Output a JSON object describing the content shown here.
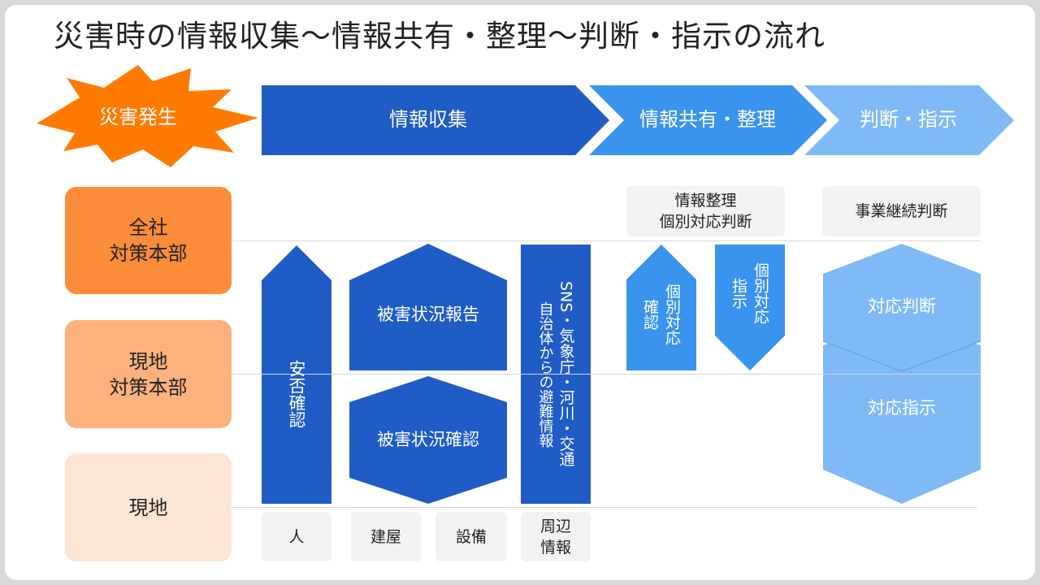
{
  "title": "災害時の情報収集〜情報共有・整理〜判断・指示の流れ",
  "disaster": "災害発生",
  "phases": [
    "情報収集",
    "情報共有・整理",
    "判断・指示"
  ],
  "roles": [
    {
      "line1": "全社",
      "line2": "対策本部"
    },
    {
      "line1": "現地",
      "line2": "対策本部"
    },
    {
      "line1": "現地",
      "line2": ""
    }
  ],
  "top_boxes": {
    "organize_line1": "情報整理",
    "organize_line2": "個別対応判断",
    "continuity": "事業継続判断"
  },
  "shapes": {
    "safety": "安否確認",
    "damage_report": "被害状況報告",
    "damage_confirm": "被害状況確認",
    "surrounding_line1": "SNS・気象庁・河川・交通",
    "surrounding_line2": "自治体からの避難情報",
    "indiv_confirm_line1": "個別対応",
    "indiv_confirm_line2": "確認",
    "indiv_instruct_line1": "個別対応",
    "indiv_instruct_line2": "指示",
    "response_judgment": "対応判断",
    "response_instruction": "対応指示"
  },
  "bottom_boxes": {
    "person": "人",
    "building": "建屋",
    "equipment": "設備",
    "surrounding_line1": "周辺",
    "surrounding_line2": "情報"
  },
  "colors": {
    "dark_blue": "#1f5cc6",
    "mid_blue": "#3a93ec",
    "light_blue": "#7fbaf7",
    "orange_burst": "#ff7a00",
    "role_hq": "#fb8c3a",
    "role_site_hq": "#fdb27d",
    "role_site": "#fde5d3"
  }
}
